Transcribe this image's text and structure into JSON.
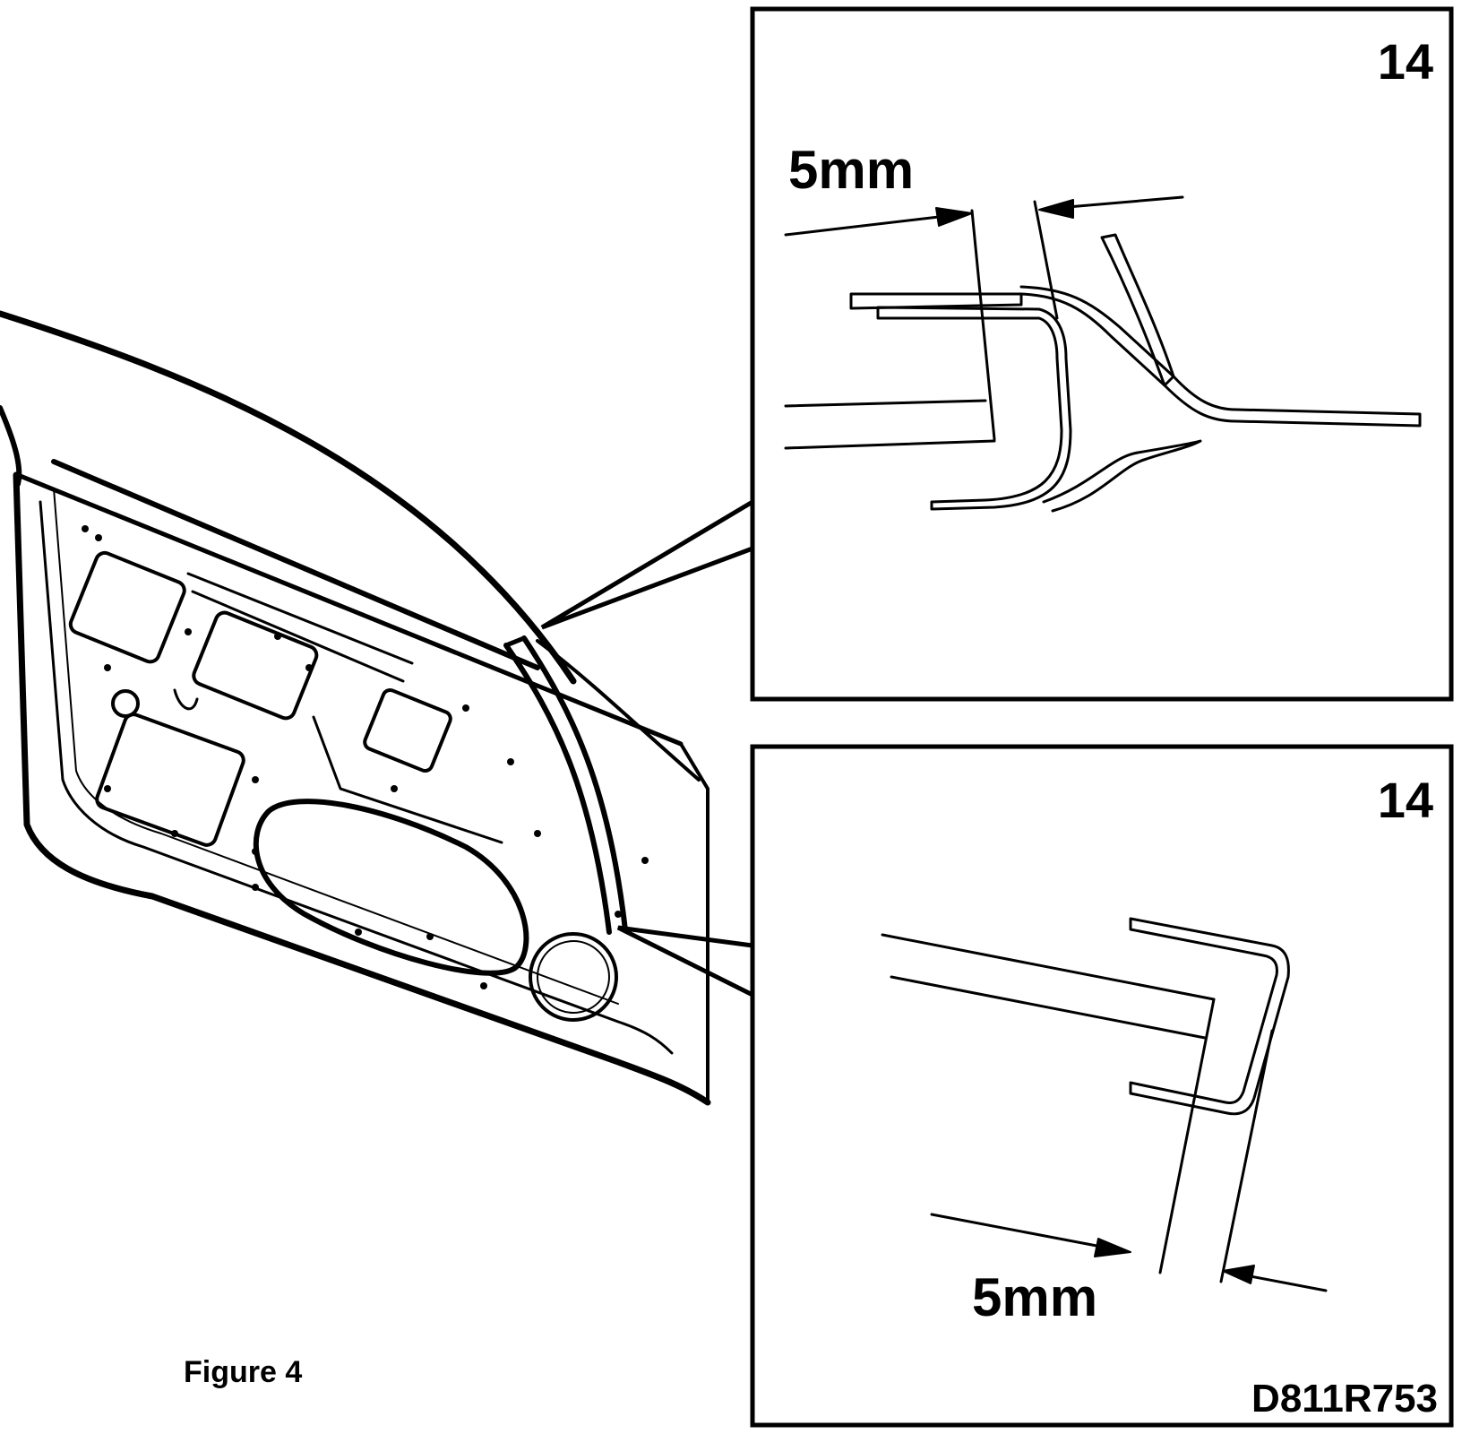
{
  "figure_caption": "Figure 4",
  "drawing_code": "D811R753",
  "detail_top": {
    "number": "14",
    "dimension": "5mm"
  },
  "detail_bottom": {
    "number": "14",
    "dimension": "5mm"
  },
  "colors": {
    "ink": "#000000",
    "paper": "#ffffff"
  }
}
